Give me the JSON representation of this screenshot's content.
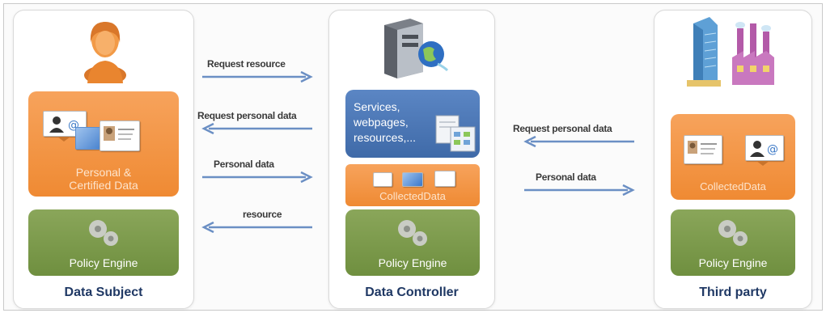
{
  "columns": {
    "subject": {
      "title": "Data Subject",
      "data_box": "Personal & Certified Data",
      "engine": "Policy Engine"
    },
    "controller": {
      "title": "Data Controller",
      "services": [
        "Services,",
        "webpages,",
        "resources,..."
      ],
      "data_box": "CollectedData",
      "engine": "Policy Engine"
    },
    "third": {
      "title": "Third party",
      "data_box": "CollectedData",
      "engine": "Policy Engine"
    }
  },
  "arrows": {
    "request_resource": "Request resource",
    "request_personal_data_1": "Request personal data",
    "personal_data_1": "Personal data",
    "resource": "resource",
    "request_personal_data_2": "Request personal data",
    "personal_data_2": "Personal data"
  },
  "icons": {
    "subject_avatar": "person-icon",
    "server": "server-icon",
    "globe": "globe-icon",
    "buildings": "buildings-icon",
    "factory": "factory-icon",
    "gears": "gears-icon",
    "id_cards": "id-card-icon"
  },
  "colors": {
    "orange": "#ef8a33",
    "green": "#6f8f3f",
    "blue": "#3f6aa8",
    "arrow": "#6b8fc4",
    "title": "#1f3864"
  }
}
